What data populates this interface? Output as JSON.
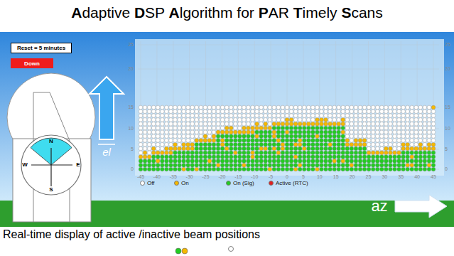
{
  "diagram": {
    "title": "Adaptive DSP Algorithm for PAR Timely Scans",
    "caption": "Real-time display of active /inactive beam positions",
    "nodes": [
      {
        "text": [
          "Reset = 5 minutes"
        ]
      },
      {
        "text": [
          "Down"
        ]
      }
    ],
    "labels": [
      "N",
      "W",
      "E",
      "S",
      "-45",
      "-40",
      "-35",
      "-30",
      "-25",
      "-20",
      "-15",
      "-10",
      "-5",
      "0",
      "5",
      "10",
      "15",
      "20",
      "25",
      "30",
      "35",
      "40",
      "45",
      "0",
      "5",
      "10",
      "15",
      "20",
      "25",
      "0",
      "5",
      "10",
      "15",
      "20",
      "25",
      "el",
      "az"
    ],
    "legend": [
      {
        "text": "Off",
        "color": "#ffffff"
      },
      {
        "text": "On",
        "color": "#f5b800"
      },
      {
        "text": "On (Sig)",
        "color": "#22cc22"
      },
      {
        "text": "Active (RTC)",
        "color": "#e02020"
      }
    ]
  }
}
